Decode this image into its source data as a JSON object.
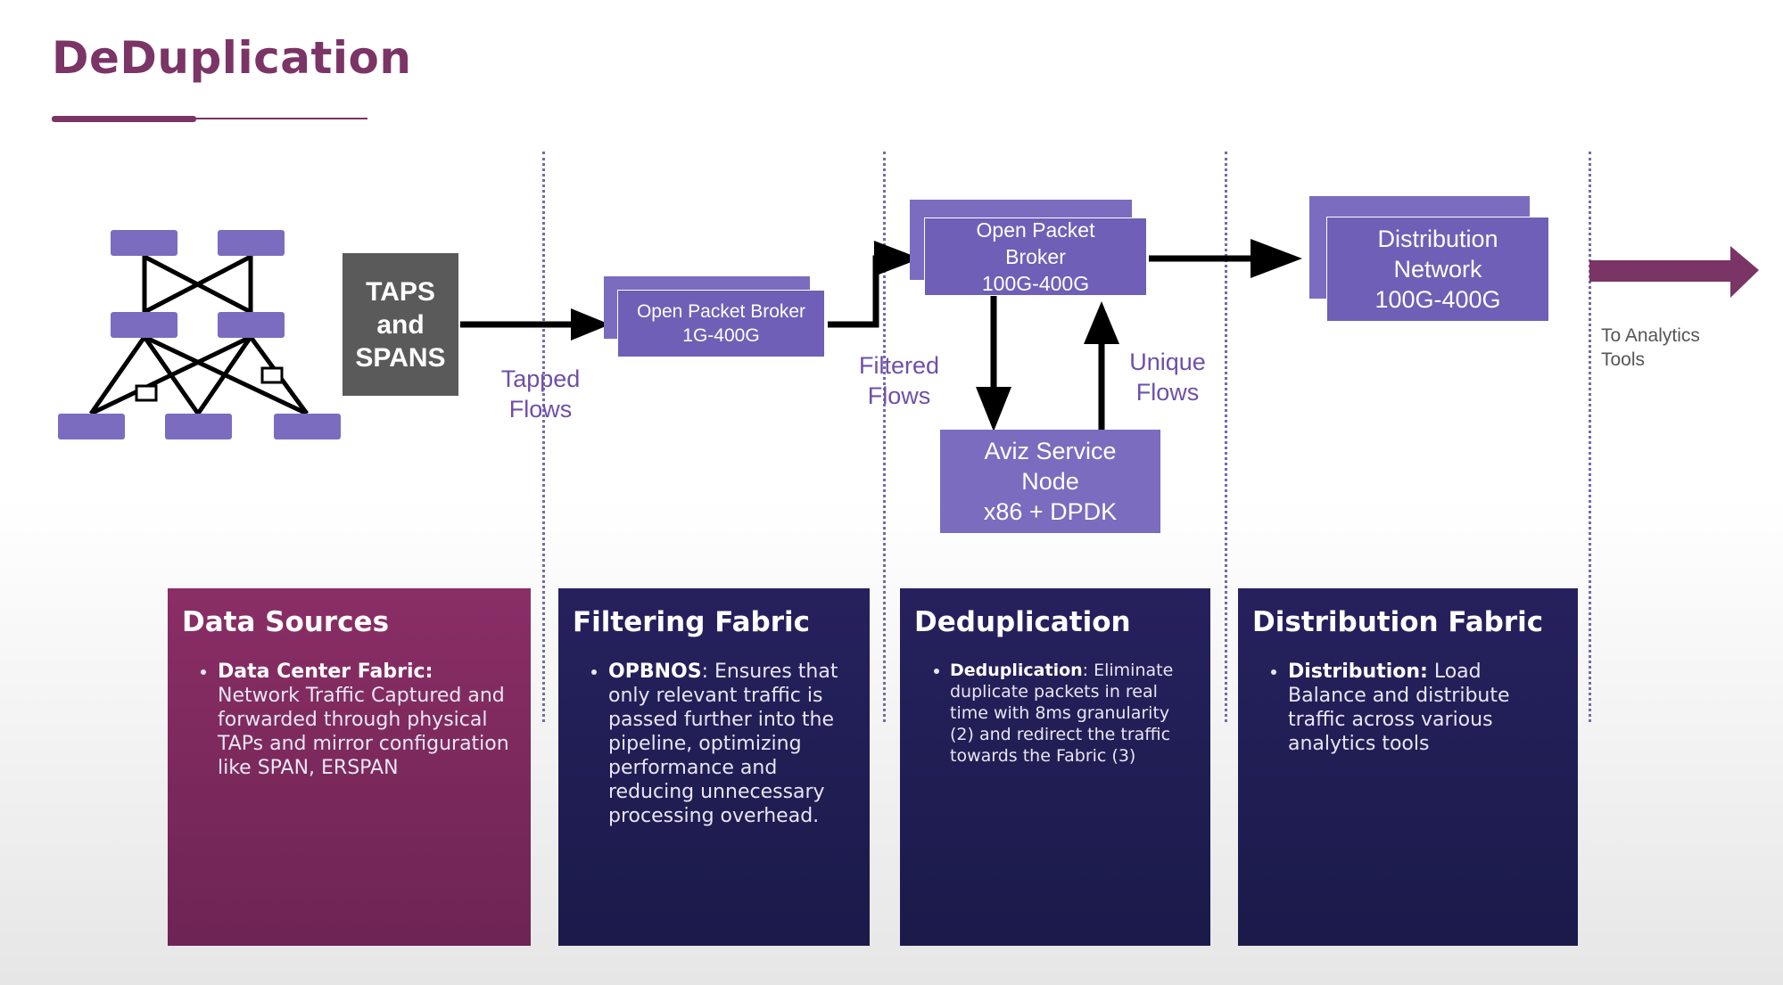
{
  "title": "DeDuplication",
  "colors": {
    "accent": "#7b3466",
    "node_purple": "#7b6cbf",
    "box_purple": "#6f5fb6",
    "taps_gray": "#5a5a5a",
    "flow_label": "#6f4fa8",
    "card_magenta": "#7a2a5e",
    "card_navy": "#211d55"
  },
  "diagram": {
    "taps_lines": [
      "TAPS",
      "and",
      "SPANS"
    ],
    "broker_small_lines": [
      "Open Packet Broker",
      "1G-400G"
    ],
    "broker_big_lines": [
      "Open Packet",
      "Broker",
      "100G-400G"
    ],
    "distribution_lines": [
      "Distribution",
      "Network",
      "100G-400G"
    ],
    "service_node_lines": [
      "Aviz Service",
      "Node",
      "x86 + DPDK"
    ],
    "tapped_flows": [
      "Tapped",
      "Flows"
    ],
    "filtered_flows": [
      "Filtered",
      "Flows"
    ],
    "unique_flows": [
      "Unique",
      "Flows"
    ],
    "analytics": [
      "To Analytics",
      "Tools"
    ]
  },
  "cards": [
    {
      "title": "Data Sources",
      "bold": "Data Center Fabric:",
      "text": " Network Traffic Captured and forwarded through physical TAPs and mirror configuration like SPAN,  ERSPAN"
    },
    {
      "title": "Filtering Fabric",
      "bold": "OPBNOS",
      "text": ": Ensures that only relevant traffic is passed further into the pipeline, optimizing performance and reducing unnecessary processing overhead."
    },
    {
      "title": "Deduplication",
      "bold": "Deduplication",
      "text": ": Eliminate duplicate packets in real time with 8ms granularity (2) and redirect the traffic towards the Fabric (3)"
    },
    {
      "title": "Distribution Fabric",
      "bold": "Distribution:",
      "text": " Load Balance and distribute traffic across various analytics tools"
    }
  ]
}
